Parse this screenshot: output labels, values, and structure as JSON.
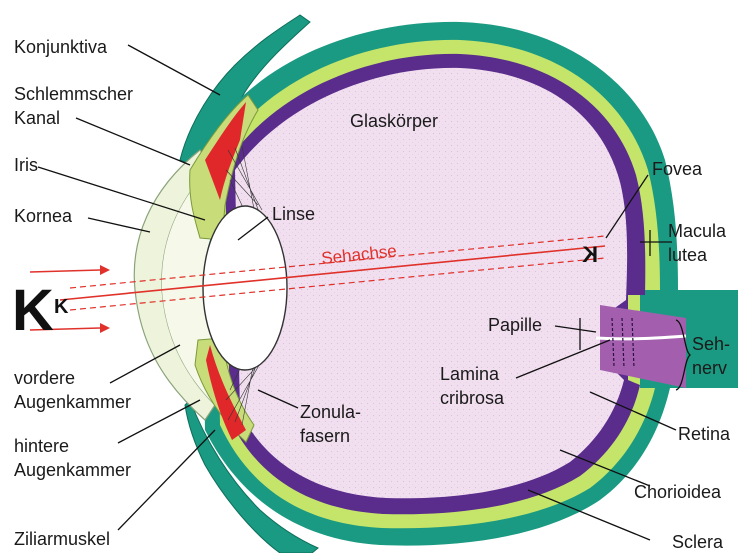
{
  "labels": {
    "konjunktiva": "Konjunktiva",
    "schlemm_1": "Schlemmscher",
    "schlemm_2": "Kanal",
    "iris": "Iris",
    "kornea": "Kornea",
    "vordere_1": "vordere",
    "vordere_2": "Augenkammer",
    "hintere_1": "hintere",
    "hintere_2": "Augenkammer",
    "ziliarmuskel": "Ziliarmuskel",
    "glaskoerper": "Glaskörper",
    "linse": "Linse",
    "sehachse": "Sehachse",
    "zonula_1": "Zonula-",
    "zonula_2": "fasern",
    "fovea": "Fovea",
    "macula_1": "Macula",
    "macula_2": "lutea",
    "papille": "Papille",
    "lamina_1": "Lamina",
    "lamina_2": "cribrosa",
    "sehnerv_1": "Seh-",
    "sehnerv_2": "nerv",
    "retina": "Retina",
    "chorioidea": "Chorioidea",
    "sclera": "Sclera",
    "object_big": "K",
    "object_small": "K",
    "image_fovea": "K"
  },
  "colors": {
    "sclera": "#1a9a82",
    "chorioidea": "#c5e46a",
    "retina": "#5a2d8c",
    "vitreous": "#f1dff0",
    "lens": "#ffffff",
    "cornea": "#eef3dc",
    "ciliary": "#c8dc7a",
    "muscle_red": "#e0282a",
    "axis_red": "#e0312a",
    "nerve": "#a35fae"
  }
}
